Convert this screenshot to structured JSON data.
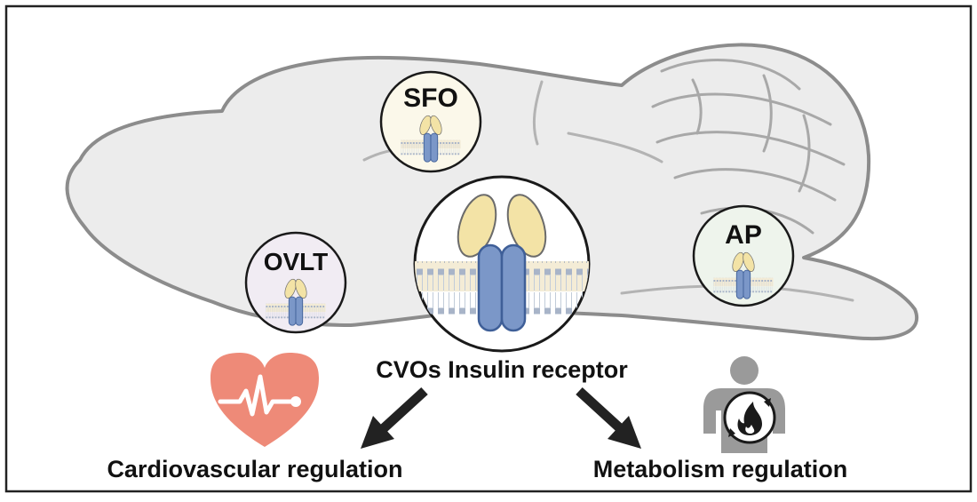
{
  "regions": {
    "sfo": "SFO",
    "ovlt": "OVLT",
    "ap": "AP"
  },
  "center_label": "CVOs Insulin receptor",
  "outcomes": {
    "left": "Cardiovascular regulation",
    "right": "Metabolism regulation"
  },
  "colors": {
    "brain_fill": "#ececec",
    "brain_outline": "#8c8c8c",
    "receptor_alpha": "#f3e3a6",
    "receptor_beta": "#7b97c8",
    "receptor_outline": "#3f5f98",
    "heart": "#ee8a78",
    "person": "#9a9a9a",
    "arrow": "#222222"
  },
  "icons": [
    "heart-pulse-icon",
    "person-metabolism-icon",
    "fire-icon",
    "cycle-arrows-icon"
  ]
}
